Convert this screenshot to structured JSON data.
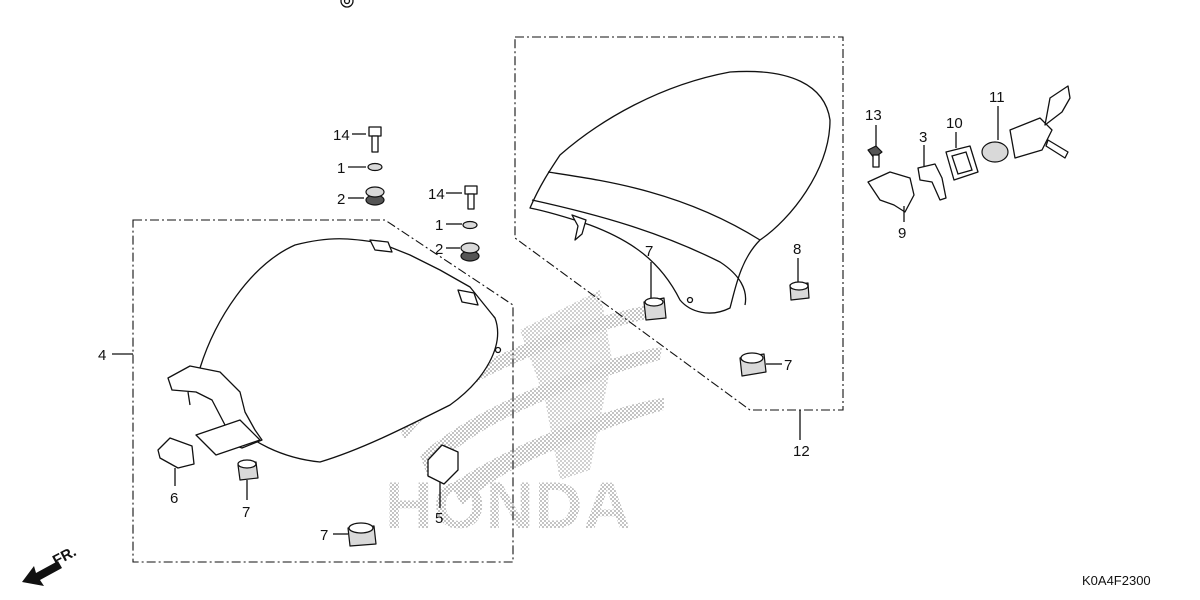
{
  "watermark": {
    "text": "HONDA",
    "logo": "honda-wing-logo"
  },
  "direction": {
    "label": "FR.",
    "icon": "front-arrow-icon"
  },
  "diagram_code": "K0A4F2300",
  "callouts": {
    "c1a": "1",
    "c1b": "1",
    "c2a": "2",
    "c2b": "2",
    "c3": "3",
    "c4": "4",
    "c5": "5",
    "c6": "6",
    "c7a": "7",
    "c7b": "7",
    "c7c": "7",
    "c7d": "7",
    "c8": "8",
    "c9": "9",
    "c10": "10",
    "c11": "11",
    "c12": "12",
    "c13": "13",
    "c14a": "14",
    "c14b": "14"
  }
}
